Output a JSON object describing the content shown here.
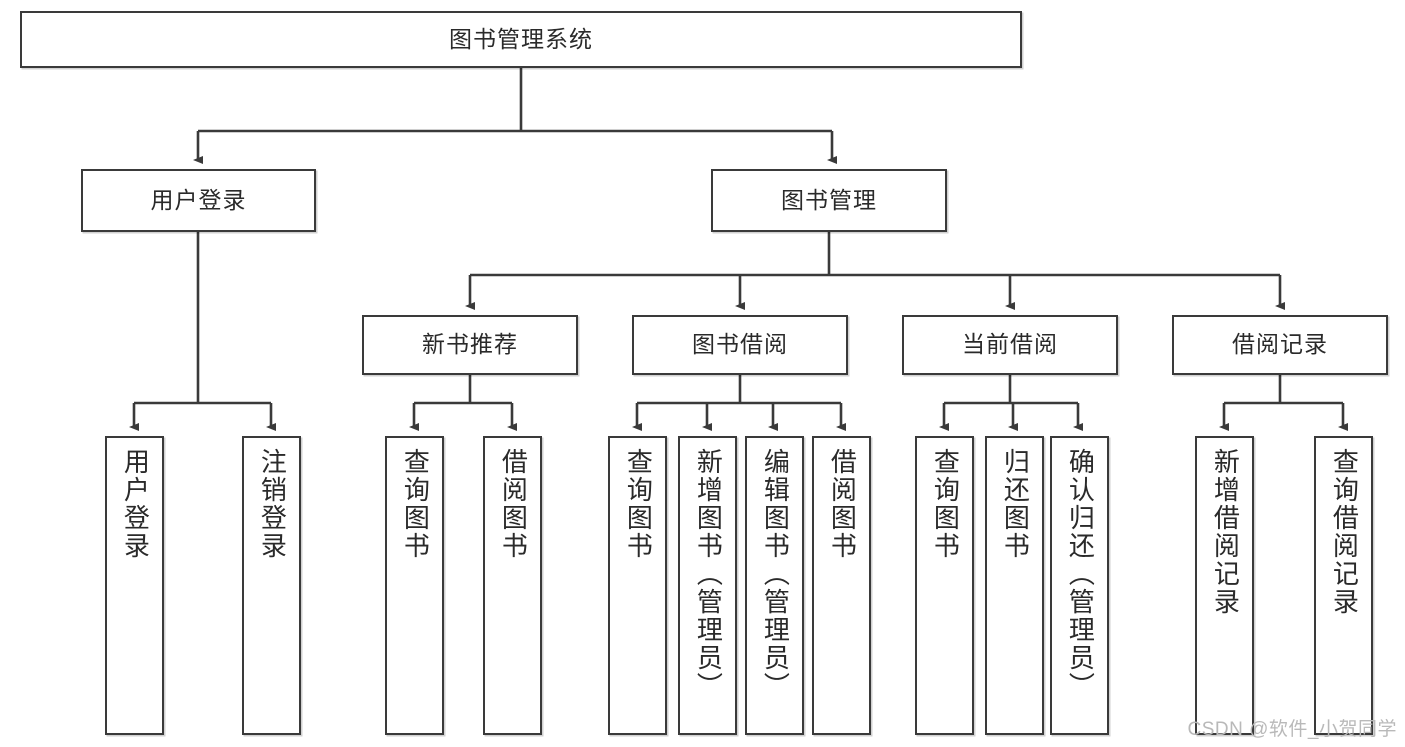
{
  "diagram": {
    "title": "图书管理系统",
    "type": "tree-hierarchy",
    "root": {
      "id": "root",
      "label": "图书管理系统"
    },
    "level2": [
      {
        "id": "user-login",
        "label": "用户登录"
      },
      {
        "id": "book-manage",
        "label": "图书管理"
      }
    ],
    "level3": [
      {
        "id": "new-book-recommend",
        "label": "新书推荐",
        "parent": "book-manage"
      },
      {
        "id": "book-borrow",
        "label": "图书借阅",
        "parent": "book-manage"
      },
      {
        "id": "current-borrow",
        "label": "当前借阅",
        "parent": "book-manage"
      },
      {
        "id": "borrow-record",
        "label": "借阅记录",
        "parent": "book-manage"
      }
    ],
    "leaves": [
      {
        "id": "leaf-user-login",
        "label": "用户登录",
        "parent": "user-login"
      },
      {
        "id": "leaf-logout",
        "label": "注销登录",
        "parent": "user-login"
      },
      {
        "id": "leaf-query-book-1",
        "label": "查询图书",
        "parent": "new-book-recommend"
      },
      {
        "id": "leaf-borrow-book-1",
        "label": "借阅图书",
        "parent": "new-book-recommend"
      },
      {
        "id": "leaf-query-book-2",
        "label": "查询图书",
        "parent": "book-borrow"
      },
      {
        "id": "leaf-add-book",
        "label": "新增图书（管理员）",
        "parent": "book-borrow"
      },
      {
        "id": "leaf-edit-book",
        "label": "编辑图书（管理员）",
        "parent": "book-borrow"
      },
      {
        "id": "leaf-borrow-book-2",
        "label": "借阅图书",
        "parent": "book-borrow"
      },
      {
        "id": "leaf-query-book-3",
        "label": "查询图书",
        "parent": "current-borrow"
      },
      {
        "id": "leaf-return-book",
        "label": "归还图书",
        "parent": "current-borrow"
      },
      {
        "id": "leaf-confirm-return",
        "label": "确认归还（管理员）",
        "parent": "current-borrow"
      },
      {
        "id": "leaf-add-record",
        "label": "新增借阅记录",
        "parent": "borrow-record"
      },
      {
        "id": "leaf-query-record",
        "label": "查询借阅记录",
        "parent": "borrow-record"
      }
    ],
    "watermark": "CSDN @软件_小贺同学",
    "colors": {
      "border": "#3a3a3a",
      "text": "#2a2a2a",
      "background": "#ffffff",
      "connector": "#3a3a3a",
      "watermark": "#b9b9b9"
    }
  }
}
